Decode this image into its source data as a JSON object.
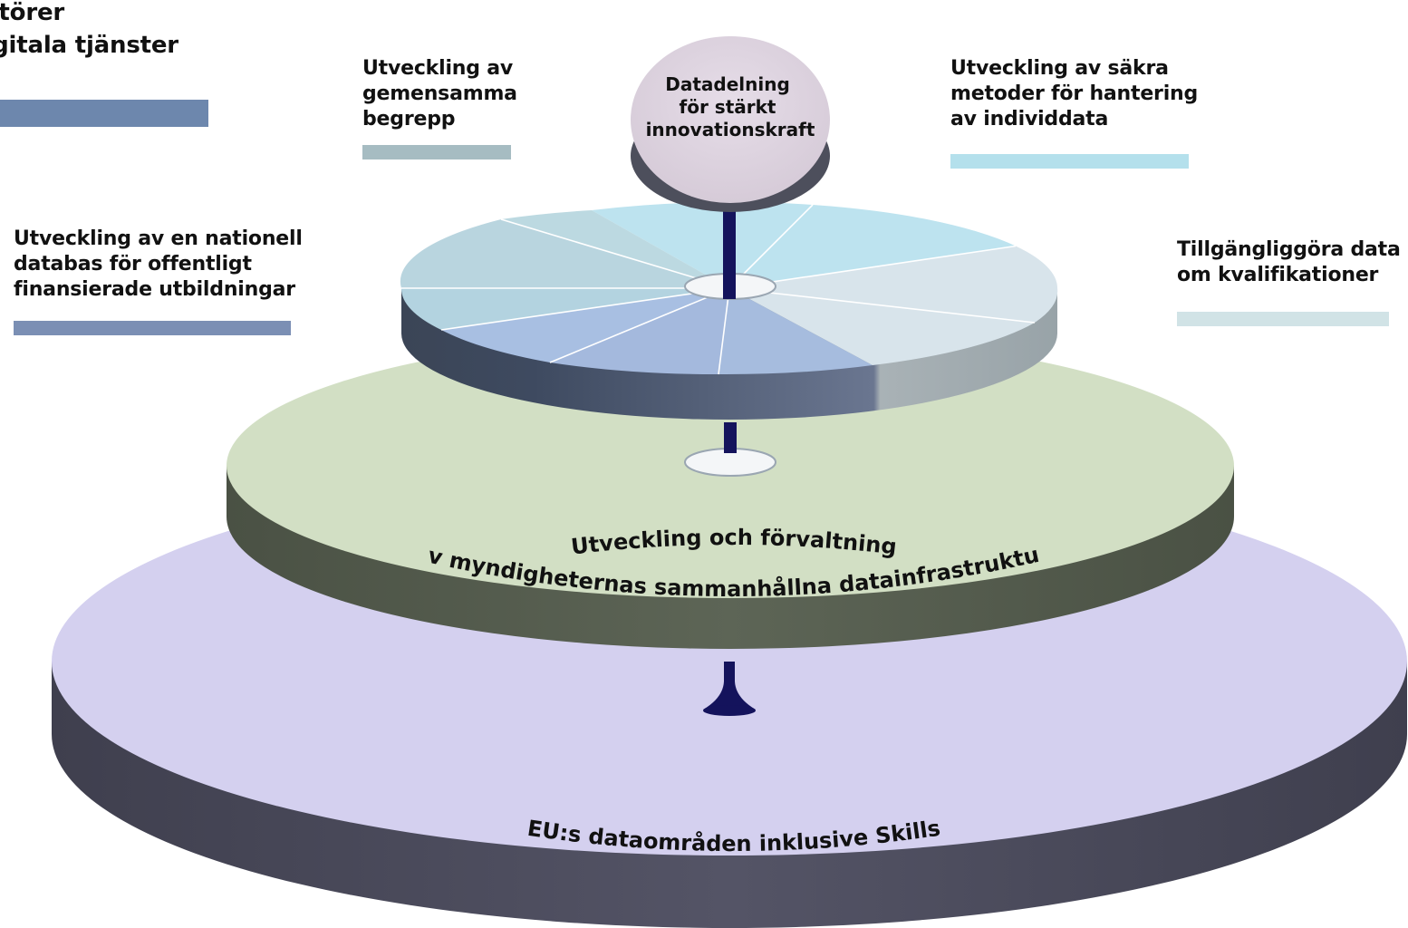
{
  "labels": {
    "actors": "aktörer\ndigitala tjänster",
    "concepts": "Utveckling av\ngemensamma\nbegrepp",
    "individual_data": "Utveckling av säkra\nmetoder för hantering\nav individdata",
    "national_db": "Utveckling av en nationell\ndatabas för offentligt\nfinansierade utbildningar",
    "qualifications": "Tillgängliggöra data\nom kvalifikationer"
  },
  "hub": {
    "line1": "Datadelning",
    "line2": "för stärkt",
    "line3": "innovationskraft"
  },
  "layers": {
    "middle_line1": "Utveckling och förvaltning",
    "middle_line2": "av myndigheternas sammanhållna datainfrastruktur",
    "bottom": "EU:s dataområden inklusive Skills"
  },
  "colors": {
    "actors_bar": "#6d87ad",
    "concepts_bar": "#a6bcc2",
    "individual_data_bar": "#b4e0ec",
    "national_db_bar": "#7b8fb4",
    "qualifications_bar": "#d1e3e6",
    "hub_fill": "#e0d6e2",
    "middle_layer": "#d2dfc4",
    "bottom_layer": "#d4d0ef",
    "pole": "#14135c"
  }
}
